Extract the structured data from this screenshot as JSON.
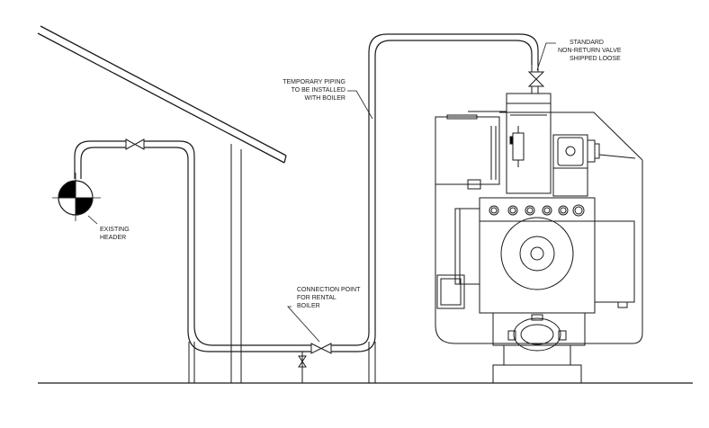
{
  "labels": {
    "existing_header": [
      "EXISTING",
      "HEADER"
    ],
    "temporary_piping": [
      "TEMPORARY PIPING",
      "TO BE INSTALLED",
      "WITH BOILER"
    ],
    "connection_point": [
      "CONNECTION POINT",
      "FOR RENTAL",
      "BOILER"
    ],
    "nonreturn_valve": [
      "STANDARD",
      "NON-RETURN VALVE",
      "SHIPPED LOOSE"
    ]
  },
  "colors": {
    "line": "#1a1a1a",
    "fill": "#000000",
    "background": "#ffffff"
  }
}
